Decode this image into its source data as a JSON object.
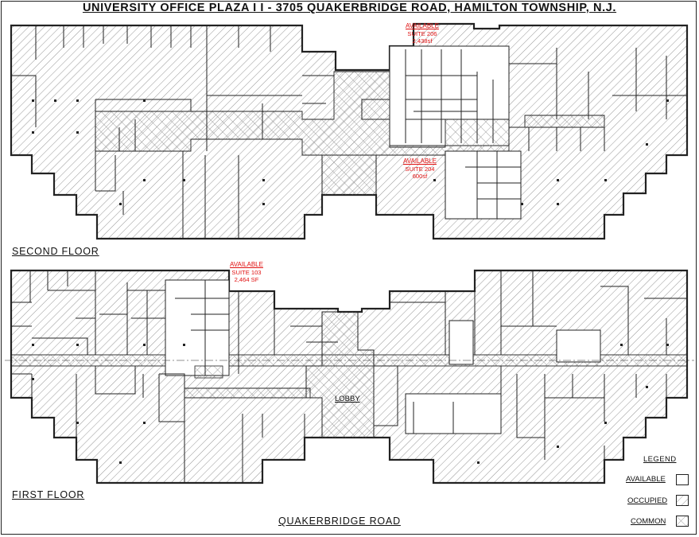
{
  "title": "UNIVERSITY OFFICE PLAZA I I - 3705 QUAKERBRIDGE ROAD, HAMILTON TOWNSHIP, N.J.",
  "floors": {
    "second": {
      "label": "SECOND FLOOR",
      "suites": [
        {
          "status": "AVAILABLE",
          "name": "SUITE 206",
          "size": "2,438sf"
        },
        {
          "status": "AVAILABLE",
          "name": "SUITE 204",
          "size": "600sf"
        }
      ]
    },
    "first": {
      "label": "FIRST FLOOR",
      "lobby": "LOBBY",
      "suites": [
        {
          "status": "AVAILABLE",
          "name": "SUITE 103",
          "size": "2,464 SF"
        }
      ]
    }
  },
  "road": "QUAKERBRIDGE ROAD",
  "legend": {
    "title": "LEGEND",
    "items": [
      {
        "label": "AVAILABLE",
        "pattern": "blank"
      },
      {
        "label": "OCCUPIED",
        "pattern": "diagonal-hatch"
      },
      {
        "label": "COMMON",
        "pattern": "cross-hatch"
      }
    ]
  },
  "colors": {
    "available_text": "#e01010",
    "lines": "#222222"
  }
}
